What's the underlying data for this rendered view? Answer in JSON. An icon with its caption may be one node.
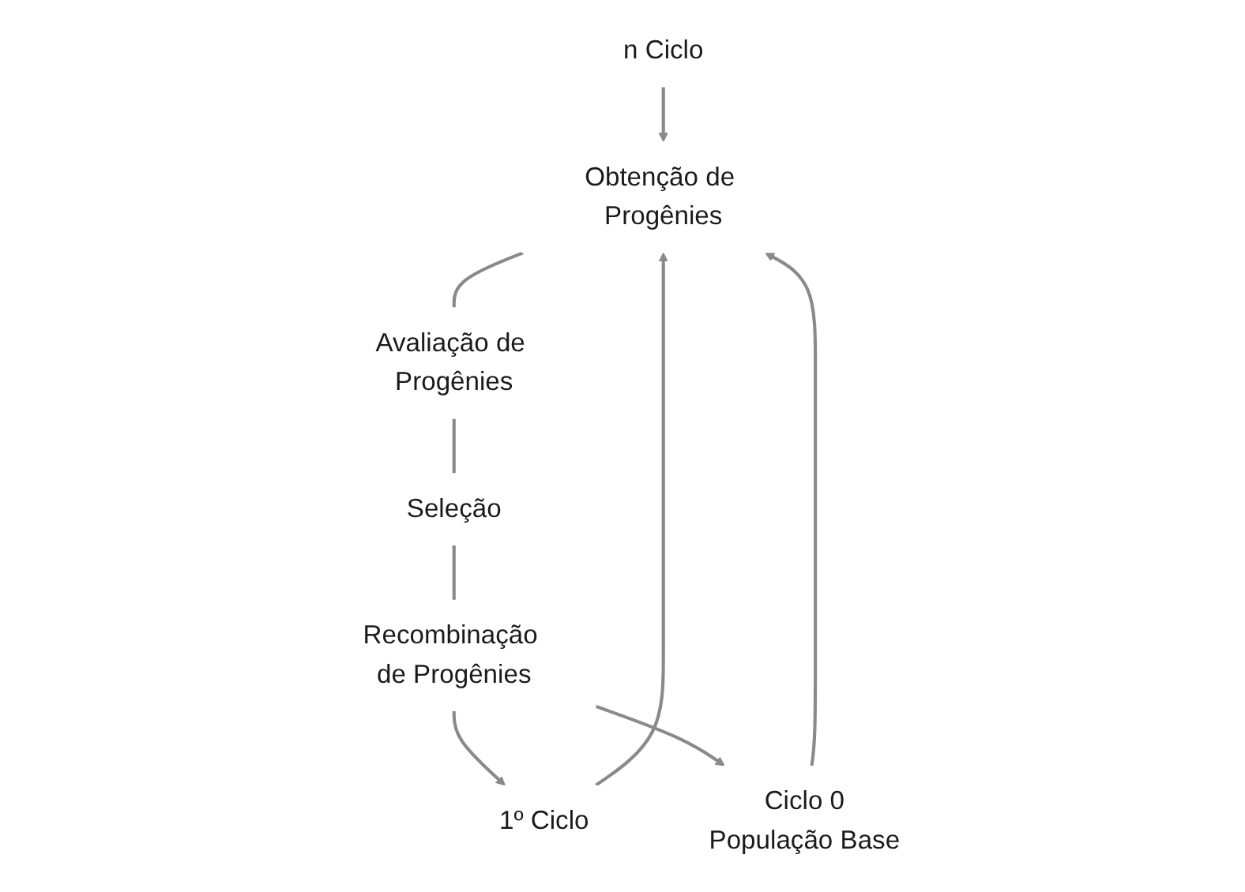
{
  "diagram": {
    "nodes": [
      {
        "text": [
          "n Ciclo"
        ]
      },
      {
        "text": [
          "1º Ciclo"
        ]
      },
      {
        "text": [
          "Ciclo 0",
          "População Base"
        ]
      },
      {
        "text": [
          "Obtenção de Progênies"
        ]
      },
      {
        "text": [
          "Avaliação de Progênies"
        ]
      },
      {
        "text": [
          "Seleção"
        ]
      },
      {
        "text": [
          "Recombinação de Progênies"
        ]
      }
    ],
    "edges": [
      {
        "from": 0,
        "to": 3,
        "arrow": "to"
      },
      {
        "from": 1,
        "to": 3,
        "arrow": "to"
      },
      {
        "from": 2,
        "to": 3,
        "arrow": "to"
      },
      {
        "from": 3,
        "to": 4,
        "arrow": "none"
      },
      {
        "from": 4,
        "to": 5,
        "arrow": "none"
      },
      {
        "from": 5,
        "to": 6,
        "arrow": "none"
      },
      {
        "from": 6,
        "to": 1,
        "arrow": "to"
      },
      {
        "from": 6,
        "to": 2,
        "arrow": "to"
      }
    ]
  }
}
